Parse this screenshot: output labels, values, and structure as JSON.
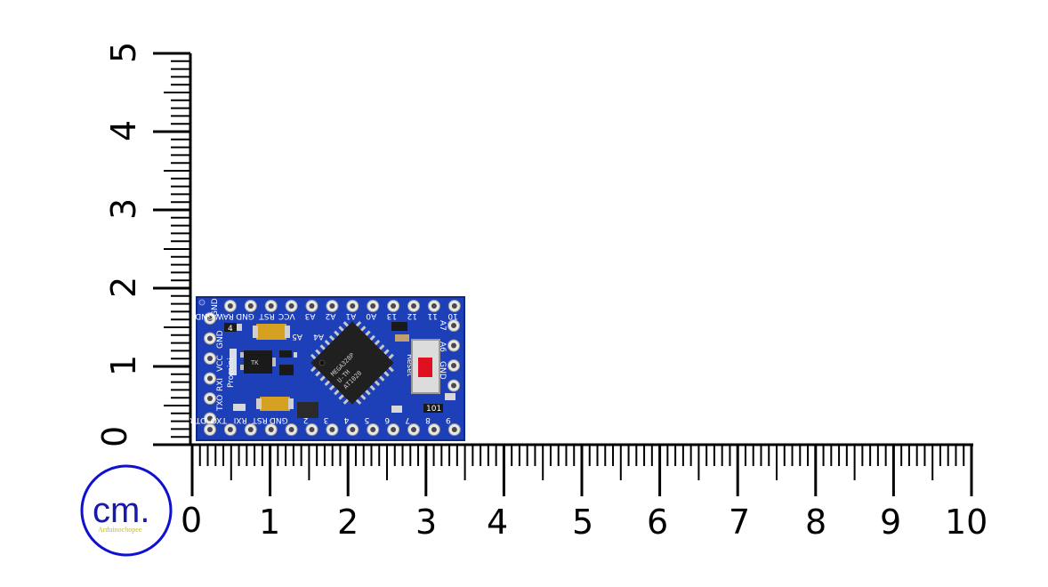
{
  "ruler": {
    "unit": "cm.",
    "x_labels": [
      "0",
      "1",
      "2",
      "3",
      "4",
      "5",
      "6",
      "7",
      "8",
      "9",
      "10"
    ],
    "y_labels": [
      "0",
      "1",
      "2",
      "3",
      "4",
      "5"
    ]
  },
  "logo": {
    "main": "cm.",
    "sub": "Arduinochopee"
  },
  "board": {
    "top_labels": [
      "GND",
      "RAW",
      "GND",
      "RST",
      "VCC",
      "A3",
      "A2",
      "A1",
      "A0",
      "13",
      "12",
      "11",
      "10"
    ],
    "bottom_labels": [
      "DTR",
      "TXO",
      "RXI",
      "RST",
      "GND",
      "2",
      "3",
      "4",
      "5",
      "6",
      "7",
      "8",
      "9"
    ],
    "left_labels": [
      "GND",
      "GND",
      "VCC",
      "RXI",
      "TXO"
    ],
    "right_labels": [
      "A7",
      "A6",
      "GND"
    ],
    "inner_labels": [
      "A5",
      "A4",
      "Reset",
      "Promini"
    ],
    "chip_lines": [
      "MEGA328P",
      "U-TH",
      "AT1020"
    ],
    "small_labels": [
      "4",
      "TK",
      "101"
    ],
    "colors": {
      "pcb": "#1d3fb8",
      "pad": "#e8e8e8",
      "chip": "#222222",
      "button": "#e01020"
    }
  }
}
